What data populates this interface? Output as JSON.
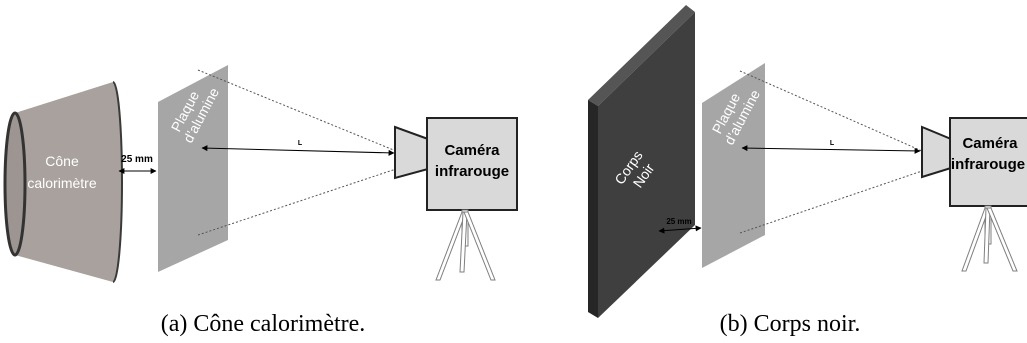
{
  "colors": {
    "cone": "#a8a19d",
    "plate": "#a6a6a6",
    "black_body_front": "#3f3f3f",
    "black_body_side": "#262626",
    "black_body_top": "#555555",
    "camera": "#d9d9d9"
  },
  "panel_a": {
    "source_line1": "Cône",
    "source_line2": "calorimètre",
    "gap_label": "25 mm",
    "plate_line1": "Plaque",
    "plate_line2": "d’alumine",
    "distance_label": "L",
    "camera_line1": "Caméra",
    "camera_line2": "infrarouge",
    "caption": "(a) Cône calorimètre."
  },
  "panel_b": {
    "source_line1": "Corps",
    "source_line2": "Noir",
    "gap_label": "25 mm",
    "plate_line1": "Plaque",
    "plate_line2": "d’alumine",
    "distance_label": "L",
    "camera_line1": "Caméra",
    "camera_line2": "infrarouge",
    "caption": "(b) Corps noir."
  }
}
